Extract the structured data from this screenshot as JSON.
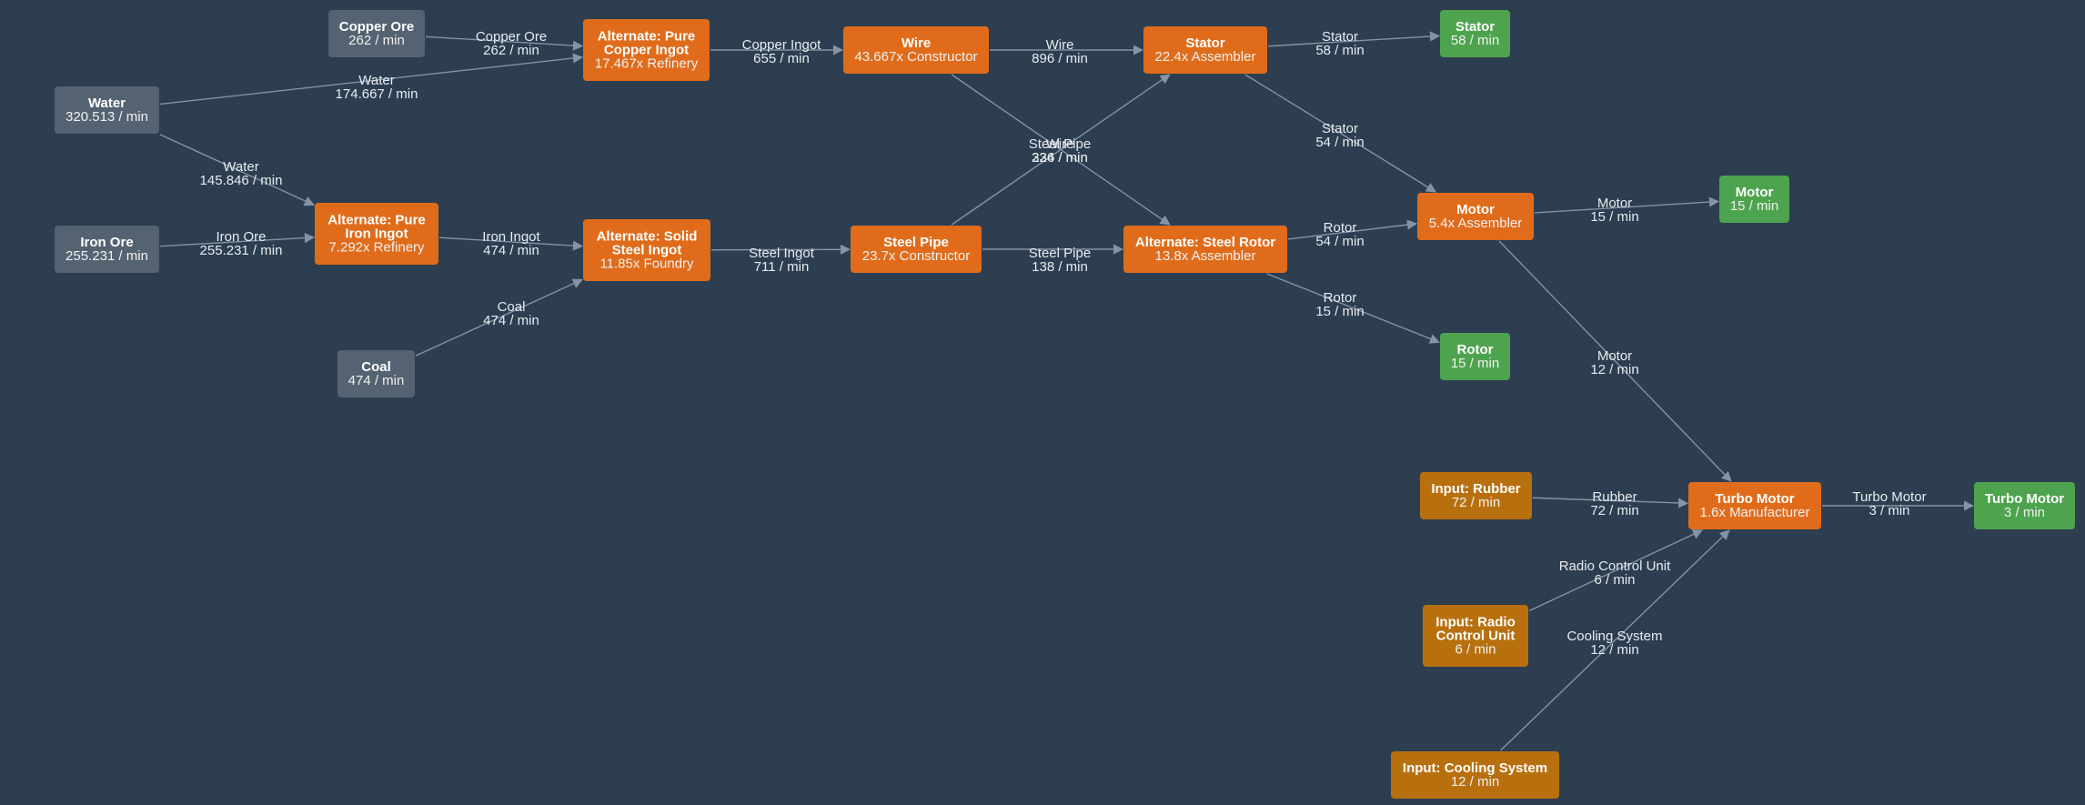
{
  "colors": {
    "background": "#2c3e50",
    "raw": "#546271",
    "recipe": "#e06c1b",
    "output": "#4ea44e",
    "input": "#b8700f",
    "edge": "#8593a3"
  },
  "nodes": [
    {
      "id": "copper_ore",
      "kind": "raw",
      "lines": [
        "Copper Ore"
      ],
      "sub": "262 / min"
    },
    {
      "id": "water",
      "kind": "raw",
      "lines": [
        "Water"
      ],
      "sub": "320.513 / min"
    },
    {
      "id": "iron_ore",
      "kind": "raw",
      "lines": [
        "Iron Ore"
      ],
      "sub": "255.231 / min"
    },
    {
      "id": "coal",
      "kind": "raw",
      "lines": [
        "Coal"
      ],
      "sub": "474 / min"
    },
    {
      "id": "pure_copper",
      "kind": "recipe",
      "lines": [
        "Alternate: Pure",
        "Copper Ingot"
      ],
      "sub": "17.467x Refinery"
    },
    {
      "id": "pure_iron",
      "kind": "recipe",
      "lines": [
        "Alternate: Pure",
        "Iron Ingot"
      ],
      "sub": "7.292x Refinery"
    },
    {
      "id": "solid_steel",
      "kind": "recipe",
      "lines": [
        "Alternate: Solid",
        "Steel Ingot"
      ],
      "sub": "11.85x Foundry"
    },
    {
      "id": "wire",
      "kind": "recipe",
      "lines": [
        "Wire"
      ],
      "sub": "43.667x Constructor"
    },
    {
      "id": "steel_pipe",
      "kind": "recipe",
      "lines": [
        "Steel Pipe"
      ],
      "sub": "23.7x Constructor"
    },
    {
      "id": "stator",
      "kind": "recipe",
      "lines": [
        "Stator"
      ],
      "sub": "22.4x Assembler"
    },
    {
      "id": "steel_rotor",
      "kind": "recipe",
      "lines": [
        "Alternate: Steel Rotor"
      ],
      "sub": "13.8x Assembler"
    },
    {
      "id": "stator_out",
      "kind": "output",
      "lines": [
        "Stator"
      ],
      "sub": "58 / min"
    },
    {
      "id": "motor",
      "kind": "recipe",
      "lines": [
        "Motor"
      ],
      "sub": "5.4x Assembler"
    },
    {
      "id": "motor_out",
      "kind": "output",
      "lines": [
        "Motor"
      ],
      "sub": "15 / min"
    },
    {
      "id": "rotor_out",
      "kind": "output",
      "lines": [
        "Rotor"
      ],
      "sub": "15 / min"
    },
    {
      "id": "rubber_in",
      "kind": "input",
      "lines": [
        "Input: Rubber"
      ],
      "sub": "72 / min"
    },
    {
      "id": "radio_in",
      "kind": "input",
      "lines": [
        "Input: Radio",
        "Control Unit"
      ],
      "sub": "6 / min"
    },
    {
      "id": "cooling_in",
      "kind": "input",
      "lines": [
        "Input: Cooling System"
      ],
      "sub": "12 / min"
    },
    {
      "id": "turbo",
      "kind": "recipe",
      "lines": [
        "Turbo Motor"
      ],
      "sub": "1.6x Manufacturer"
    },
    {
      "id": "turbo_out",
      "kind": "output",
      "lines": [
        "Turbo Motor"
      ],
      "sub": "3 / min"
    }
  ],
  "edges": [
    {
      "from": "copper_ore",
      "to": "pure_copper",
      "label": "Copper Ore",
      "rate": "262 / min"
    },
    {
      "from": "water",
      "to": "pure_copper",
      "label": "Water",
      "rate": "174.667 / min"
    },
    {
      "from": "water",
      "to": "pure_iron",
      "label": "Water",
      "rate": "145.846 / min"
    },
    {
      "from": "iron_ore",
      "to": "pure_iron",
      "label": "Iron Ore",
      "rate": "255.231 / min"
    },
    {
      "from": "pure_copper",
      "to": "wire",
      "label": "Copper Ingot",
      "rate": "655 / min"
    },
    {
      "from": "pure_iron",
      "to": "solid_steel",
      "label": "Iron Ingot",
      "rate": "474 / min"
    },
    {
      "from": "coal",
      "to": "solid_steel",
      "label": "Coal",
      "rate": "474 / min"
    },
    {
      "from": "solid_steel",
      "to": "steel_pipe",
      "label": "Steel Ingot",
      "rate": "711 / min"
    },
    {
      "from": "wire",
      "to": "stator",
      "label": "Wire",
      "rate": "896 / min"
    },
    {
      "from": "wire",
      "to": "steel_rotor",
      "label": "Wire",
      "rate": "336 / min"
    },
    {
      "from": "steel_pipe",
      "to": "stator",
      "label": "Steel Pipe",
      "rate": "224 / min"
    },
    {
      "from": "steel_pipe",
      "to": "steel_rotor",
      "label": "Steel Pipe",
      "rate": "138 / min"
    },
    {
      "from": "stator",
      "to": "stator_out",
      "label": "Stator",
      "rate": "58 / min"
    },
    {
      "from": "stator",
      "to": "motor",
      "label": "Stator",
      "rate": "54 / min"
    },
    {
      "from": "steel_rotor",
      "to": "motor",
      "label": "Rotor",
      "rate": "54 / min"
    },
    {
      "from": "steel_rotor",
      "to": "rotor_out",
      "label": "Rotor",
      "rate": "15 / min"
    },
    {
      "from": "motor",
      "to": "motor_out",
      "label": "Motor",
      "rate": "15 / min"
    },
    {
      "from": "motor",
      "to": "turbo",
      "label": "Motor",
      "rate": "12 / min"
    },
    {
      "from": "rubber_in",
      "to": "turbo",
      "label": "Rubber",
      "rate": "72 / min"
    },
    {
      "from": "radio_in",
      "to": "turbo",
      "label": "Radio Control Unit",
      "rate": "6 / min"
    },
    {
      "from": "cooling_in",
      "to": "turbo",
      "label": "Cooling System",
      "rate": "12 / min"
    },
    {
      "from": "turbo",
      "to": "turbo_out",
      "label": "Turbo Motor",
      "rate": "3 / min"
    }
  ]
}
